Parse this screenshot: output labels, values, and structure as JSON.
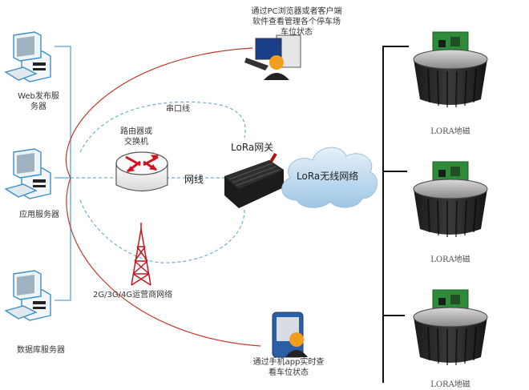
{
  "servers": [
    {
      "id": "web",
      "label": "Web发布服\n务器",
      "line1": "Web发布服",
      "line2": "务器"
    },
    {
      "id": "app",
      "label": "应用服务器"
    },
    {
      "id": "db",
      "label": "数据库服务器"
    }
  ],
  "pc_client": {
    "line1": "通过PC浏览器或者客户端",
    "line2": "软件查看管理各个停车场",
    "line3": "车位状态"
  },
  "router": {
    "line1": "路由器或",
    "line2": "交换机"
  },
  "serial_line_label": "串口线",
  "network_cable_label": "网线",
  "gateway_label": "LoRa网关",
  "cloud_label": "LoRa无线网络",
  "cell_tower_label": "2G/3G/4G运营商网络",
  "mobile_client": {
    "line1": "通过手机app实时查",
    "line2": "看车位状态"
  },
  "sensors": [
    {
      "label": "LORA地磁"
    },
    {
      "label": "LORA地磁"
    },
    {
      "label": "LORA地磁"
    }
  ],
  "colors": {
    "server_bracket": "#5aa7d6",
    "dashed_link": "#6fb1c9",
    "red_arc": "#c0392b",
    "router_arrow": "#d0121b",
    "tower": "#c4161c",
    "sensor_bracket": "#111111",
    "cloud_fill": "#b9d6ec"
  }
}
